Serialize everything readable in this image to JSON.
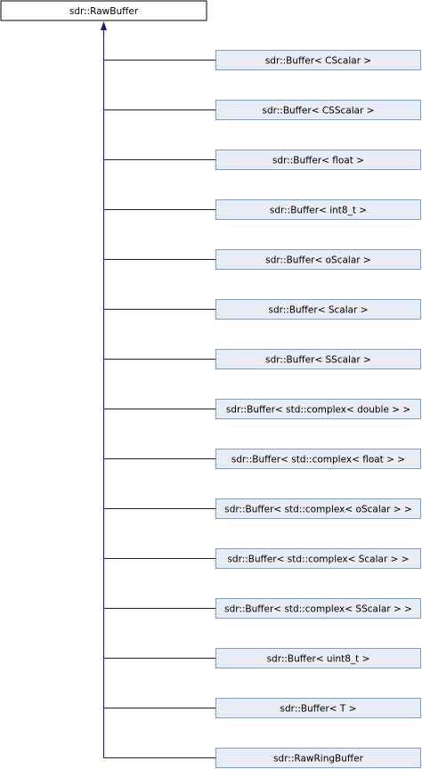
{
  "base_class": {
    "label": "sdr::RawBuffer"
  },
  "derived_classes": [
    {
      "label": "sdr::Buffer< CScalar >"
    },
    {
      "label": "sdr::Buffer< CSScalar >"
    },
    {
      "label": "sdr::Buffer< float >"
    },
    {
      "label": "sdr::Buffer< int8_t >"
    },
    {
      "label": "sdr::Buffer< oScalar >"
    },
    {
      "label": "sdr::Buffer< Scalar >"
    },
    {
      "label": "sdr::Buffer< SScalar >"
    },
    {
      "label": "sdr::Buffer< std::complex< double > >"
    },
    {
      "label": "sdr::Buffer< std::complex< float > >"
    },
    {
      "label": "sdr::Buffer< std::complex< oScalar > >"
    },
    {
      "label": "sdr::Buffer< std::complex< Scalar > >"
    },
    {
      "label": "sdr::Buffer< std::complex< SScalar > >"
    },
    {
      "label": "sdr::Buffer< uint8_t >"
    },
    {
      "label": "sdr::Buffer< T >"
    },
    {
      "label": "sdr::RawRingBuffer"
    }
  ],
  "colors": {
    "base_fill": "#ffffff",
    "base_stroke": "#000000",
    "derived_fill": "#e8edf3",
    "derived_stroke": "#84a0c0",
    "edge": "#1a1a7a"
  }
}
